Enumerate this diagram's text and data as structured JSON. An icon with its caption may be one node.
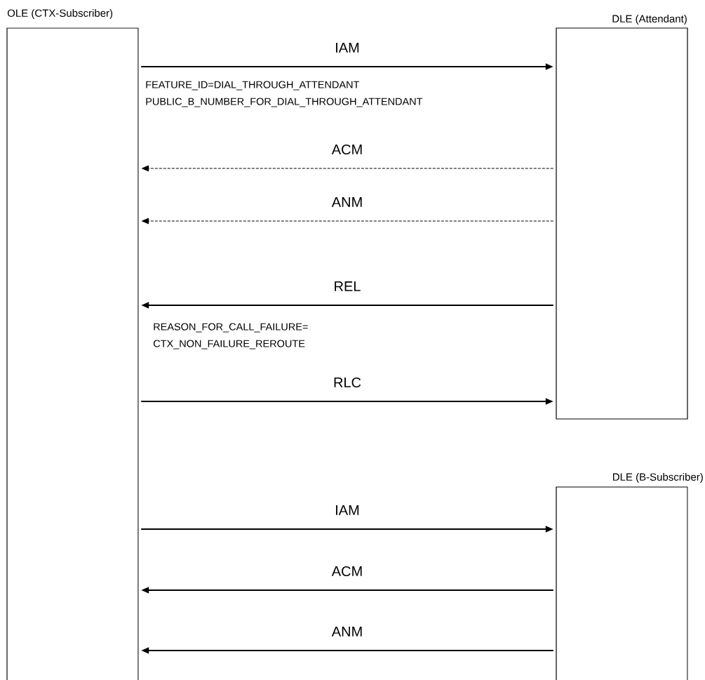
{
  "diagram": {
    "nodes": [
      {
        "text": [
          "OLE (CTX-Subscriber)"
        ]
      },
      {
        "text": [
          "DLE (Attendant)"
        ]
      },
      {
        "text": [
          "DLE (B-Subscriber)"
        ]
      }
    ],
    "edges": [
      {
        "from": 0,
        "to": 1,
        "arrow": "to",
        "label": "IAM"
      },
      {
        "from": 1,
        "to": 0,
        "arrow": "to",
        "label": "ACM",
        "style": "dashed"
      },
      {
        "from": 1,
        "to": 0,
        "arrow": "to",
        "label": "ANM",
        "style": "dashed"
      },
      {
        "from": 1,
        "to": 0,
        "arrow": "to",
        "label": "REL"
      },
      {
        "from": 0,
        "to": 1,
        "arrow": "to",
        "label": "RLC"
      },
      {
        "from": 0,
        "to": 2,
        "arrow": "to",
        "label": "IAM"
      },
      {
        "from": 2,
        "to": 0,
        "arrow": "to",
        "label": "ACM"
      },
      {
        "from": 2,
        "to": 0,
        "arrow": "to",
        "label": "ANM"
      }
    ],
    "labels": [
      "FEATURE_ID=DIAL_THROUGH_ATTENDANT",
      "PUBLIC_B_NUMBER_FOR_DIAL_THROUGH_ATTENDANT",
      "REASON_FOR_CALL_FAILURE= CTX_NON_FAILURE_REROUTE"
    ]
  }
}
